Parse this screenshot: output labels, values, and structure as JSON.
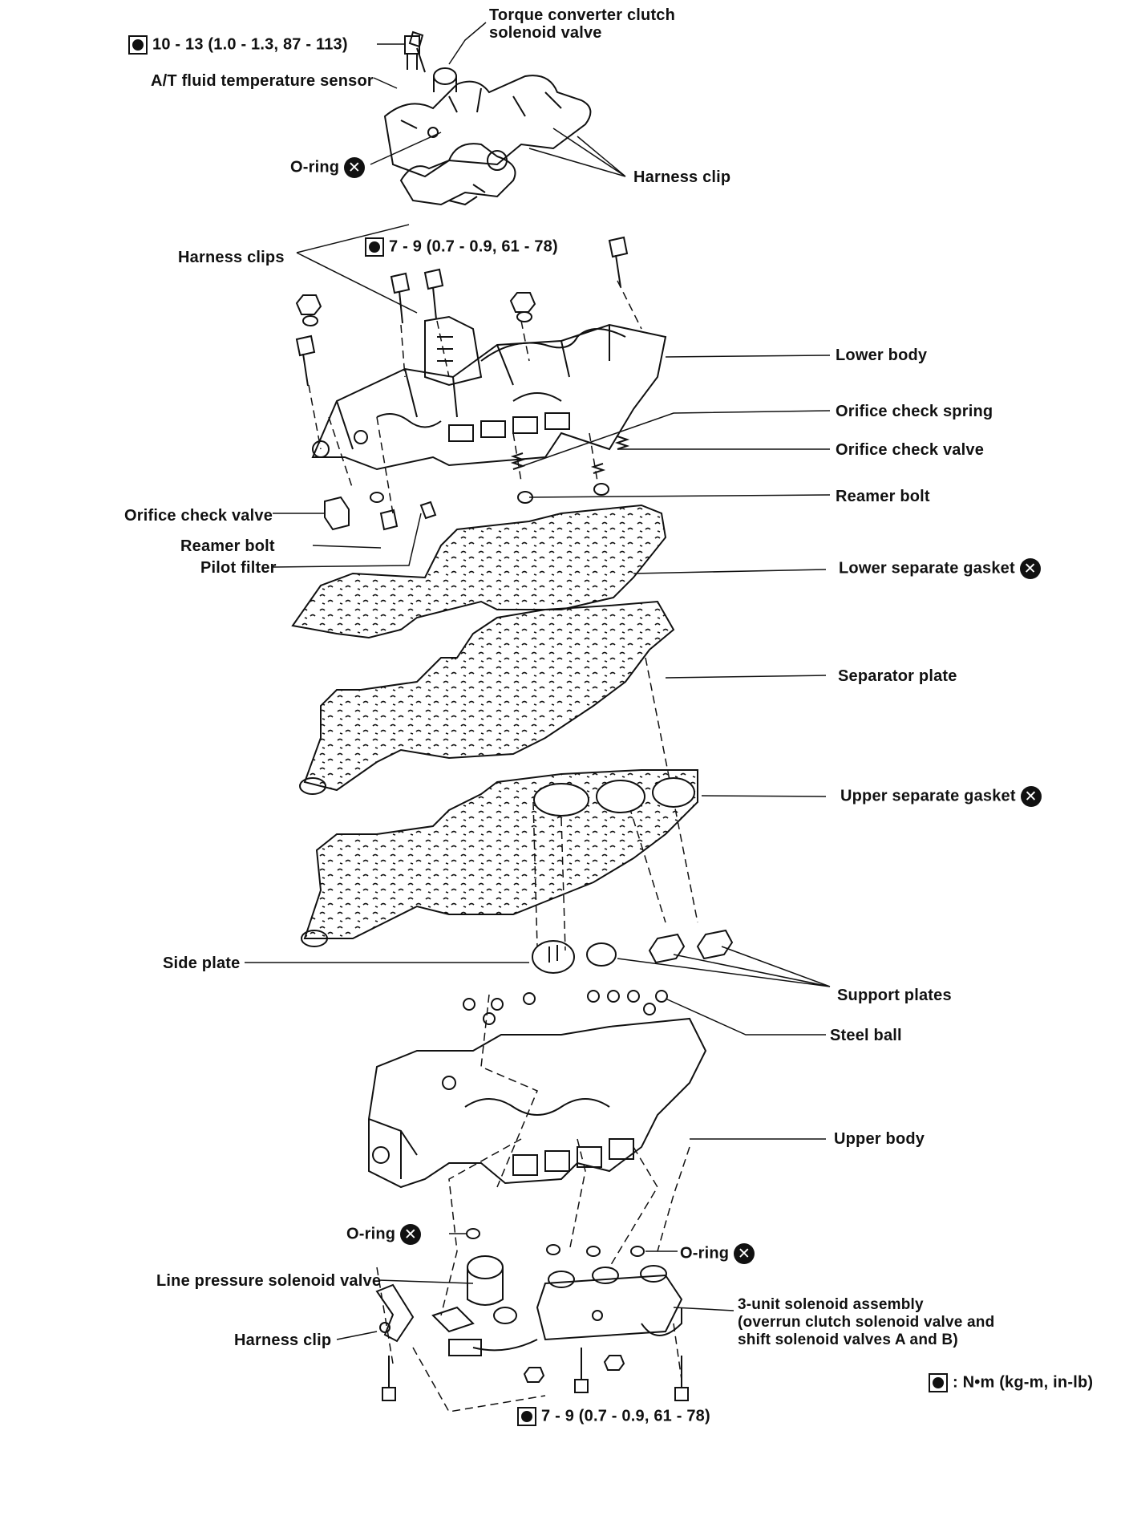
{
  "torque_specs": {
    "top": "10 - 13 (1.0 - 1.3, 87 - 113)",
    "middle": "7 - 9 (0.7 - 0.9, 61 - 78)",
    "bottom": "7 - 9 (0.7 - 0.9, 61 - 78)"
  },
  "labels": {
    "tcc_solenoid_line1": "Torque converter clutch",
    "tcc_solenoid_line2": "solenoid valve",
    "at_fluid_temp_sensor": "A/T fluid temperature sensor",
    "o_ring_top": "O-ring",
    "harness_clip_top": "Harness clip",
    "harness_clips": "Harness clips",
    "lower_body": "Lower body",
    "orifice_check_spring": "Orifice check spring",
    "orifice_check_valve_right": "Orifice check valve",
    "reamer_bolt_right": "Reamer bolt",
    "orifice_check_valve_left": "Orifice check valve",
    "reamer_bolt_left": "Reamer bolt",
    "pilot_filter": "Pilot filter",
    "lower_separate_gasket": "Lower separate gasket",
    "separator_plate": "Separator plate",
    "upper_separate_gasket": "Upper separate gasket",
    "side_plate": "Side plate",
    "support_plates": "Support plates",
    "steel_ball": "Steel ball",
    "upper_body": "Upper body",
    "o_ring_bottom_left": "O-ring",
    "o_ring_bottom_right": "O-ring",
    "line_pressure_solenoid": "Line pressure solenoid valve",
    "three_unit_line1": "3-unit solenoid assembly",
    "three_unit_line2": "(overrun clutch solenoid valve and",
    "three_unit_line3": "shift solenoid valves A and B)",
    "harness_clip_bottom": "Harness clip"
  },
  "legend": {
    "unit": ": N•m (kg-m, in-lb)"
  },
  "symbols": {
    "do_not_reuse": "✕",
    "torque_icon": "wrench-torque-icon"
  }
}
